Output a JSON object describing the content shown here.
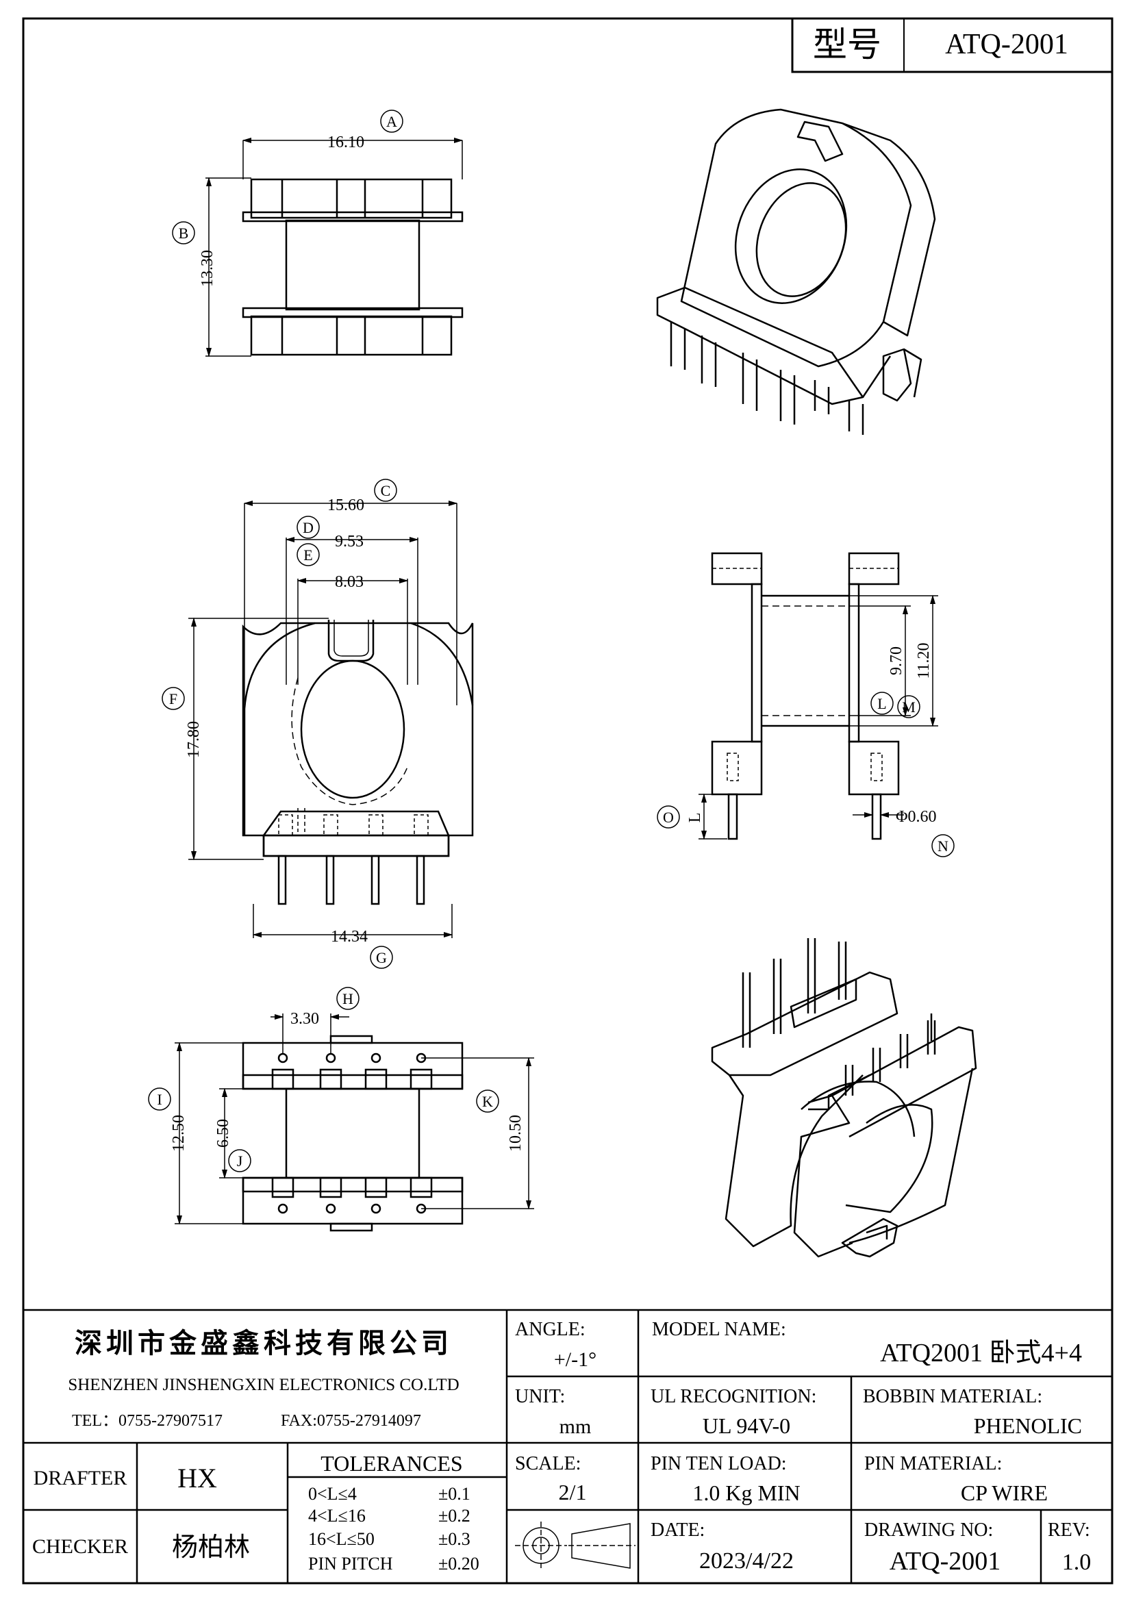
{
  "header": {
    "model_label": "型号",
    "model_value": "ATQ-2001"
  },
  "dimensions": {
    "A": "16.10",
    "B": "13.30",
    "C": "15.60",
    "D": "9.53",
    "E": "8.03",
    "F": "17.80",
    "G": "14.34",
    "H": "3.30",
    "I": "12.50",
    "J": "6.50",
    "K": "10.50",
    "L": "9.70",
    "M": "11.20",
    "N": "Φ0.60",
    "O": "L"
  },
  "labels": [
    "A",
    "B",
    "C",
    "D",
    "E",
    "F",
    "G",
    "H",
    "I",
    "J",
    "K",
    "L",
    "M",
    "N",
    "O"
  ],
  "title_block": {
    "company_cn": "深圳市金盛鑫科技有限公司",
    "company_en": "SHENZHEN JINSHENGXIN ELECTRONICS CO.LTD",
    "tel": "TEL：0755-27907517",
    "fax": "FAX:0755-27914097",
    "angle_label": "ANGLE:",
    "angle_value": "+/-1°",
    "unit_label": "UNIT:",
    "unit_value": "mm",
    "scale_label": "SCALE:",
    "scale_value": "2/1",
    "model_name_label": "MODEL NAME:",
    "model_name_value": "ATQ2001 卧式4+4",
    "ul_label": "UL RECOGNITION:",
    "ul_value": "UL 94V-0",
    "bobbin_label": "BOBBIN MATERIAL:",
    "bobbin_value": "PHENOLIC",
    "pin_load_label": "PIN TEN LOAD:",
    "pin_load_value": "1.0 Kg MIN",
    "pin_material_label": "PIN MATERIAL:",
    "pin_material_value": "CP WIRE",
    "date_label": "DATE:",
    "date_value": "2023/4/22",
    "drawing_no_label": "DRAWING NO:",
    "drawing_no_value": "ATQ-2001",
    "rev_label": "REV:",
    "rev_value": "1.0",
    "drafter_label": "DRAFTER",
    "drafter_value": "HX",
    "checker_label": "CHECKER",
    "checker_value": "杨柏林",
    "tolerances_title": "TOLERANCES",
    "tolerances": [
      {
        "range": "0<L≤4",
        "tol": "±0.1"
      },
      {
        "range": "4<L≤16",
        "tol": "±0.2"
      },
      {
        "range": "16<L≤50",
        "tol": "±0.3"
      },
      {
        "range": "PIN PITCH",
        "tol": "±0.20"
      }
    ]
  }
}
